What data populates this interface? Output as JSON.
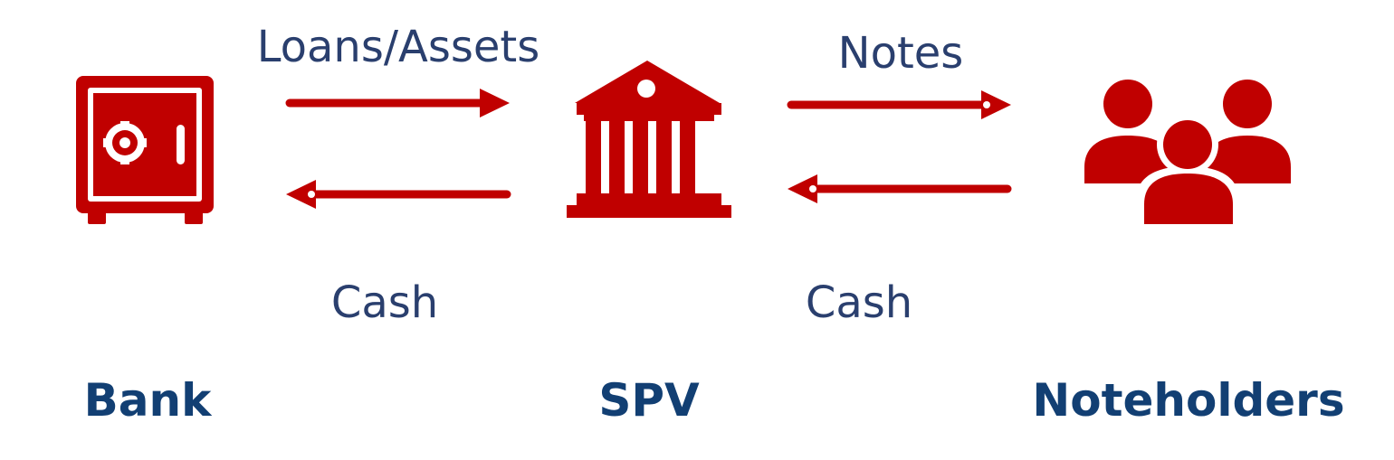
{
  "flows": {
    "bank_to_spv": "Loans/Assets",
    "spv_to_bank": "Cash",
    "spv_to_noteholders": "Notes",
    "noteholders_to_spv": "Cash"
  },
  "entities": {
    "bank": "Bank",
    "spv": "SPV",
    "noteholders": "Noteholders"
  },
  "icons": {
    "bank": "safe-icon",
    "spv": "institution-building-icon",
    "noteholders": "people-group-icon"
  },
  "colors": {
    "accent": "#c00000",
    "flow_text": "#2a3f6e",
    "entity_text": "#123f73"
  }
}
